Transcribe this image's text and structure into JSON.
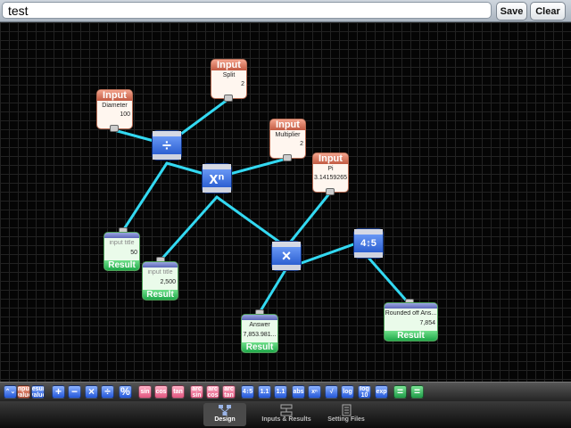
{
  "header": {
    "title": "test",
    "save_label": "Save",
    "clear_label": "Clear"
  },
  "nodes": {
    "diameter": {
      "header": "Input",
      "name": "Diameter",
      "value": "100"
    },
    "split": {
      "header": "Input",
      "name": "Split",
      "value": "2"
    },
    "multiplier": {
      "header": "Input",
      "name": "Multiplier",
      "value": "2"
    },
    "pi": {
      "header": "Input",
      "name": "Pi",
      "value": "3.14159265"
    },
    "result1": {
      "name": "input title",
      "value": "50",
      "footer": "Result"
    },
    "result2": {
      "name": "input title",
      "value": "2,500",
      "footer": "Result"
    },
    "answer": {
      "name": "Answer",
      "value": "7,853.981...",
      "footer": "Result"
    },
    "rounded": {
      "name": "Rounded off Ans...",
      "value": "7,854",
      "footer": "Result"
    },
    "op_divide": {
      "symbol": "÷"
    },
    "op_power": {
      "symbol": "xⁿ"
    },
    "op_multiply": {
      "symbol": "×"
    },
    "op_round": {
      "symbol": "4↕5"
    }
  },
  "toolbar": {
    "tools": [
      {
        "label": "⌃⌄",
        "kind": "misc",
        "name": "collapse-tool"
      },
      {
        "label": "input value",
        "kind": "io",
        "name": "input-value-tool"
      },
      {
        "label": "result value",
        "kind": "misc",
        "name": "result-value-tool"
      },
      {
        "label": "+",
        "kind": "op",
        "name": "add-tool"
      },
      {
        "label": "−",
        "kind": "op",
        "name": "subtract-tool"
      },
      {
        "label": "×",
        "kind": "op",
        "name": "multiply-tool"
      },
      {
        "label": "÷",
        "kind": "op",
        "name": "divide-tool"
      },
      {
        "label": "%",
        "kind": "op",
        "name": "percent-tool"
      },
      {
        "label": "sin",
        "kind": "fn",
        "name": "sin-tool"
      },
      {
        "label": "cos",
        "kind": "fn",
        "name": "cos-tool"
      },
      {
        "label": "tan",
        "kind": "fn",
        "name": "tan-tool"
      },
      {
        "label": "arc sin",
        "kind": "fn",
        "name": "arcsin-tool"
      },
      {
        "label": "arc cos",
        "kind": "fn",
        "name": "arccos-tool"
      },
      {
        "label": "arc tan",
        "kind": "fn",
        "name": "arctan-tool"
      },
      {
        "label": "4↕5",
        "kind": "misc",
        "name": "round-tool"
      },
      {
        "label": "1.1",
        "kind": "misc",
        "name": "round-up-tool"
      },
      {
        "label": "1.1",
        "kind": "misc",
        "name": "round-down-tool"
      },
      {
        "label": "abs",
        "kind": "misc",
        "name": "abs-tool"
      },
      {
        "label": "xⁿ",
        "kind": "misc",
        "name": "power-tool"
      },
      {
        "label": "√",
        "kind": "misc",
        "name": "sqrt-tool"
      },
      {
        "label": "log",
        "kind": "misc",
        "name": "log-tool"
      },
      {
        "label": "log 10",
        "kind": "misc",
        "name": "log10-tool"
      },
      {
        "label": "exp",
        "kind": "misc",
        "name": "exp-tool"
      },
      {
        "label": "=",
        "kind": "res",
        "name": "equals-tool"
      },
      {
        "label": "=",
        "kind": "res",
        "name": "equals-alt-tool"
      }
    ]
  },
  "tabs": [
    {
      "label": "Design",
      "active": true
    },
    {
      "label": "Inputs & Results",
      "active": false
    },
    {
      "label": "Setting Files",
      "active": false
    }
  ],
  "colors": {
    "wire": "#33d9f2",
    "input_header": "#c25a42",
    "result_footer": "#1fa94a",
    "operator": "#2357d8"
  }
}
